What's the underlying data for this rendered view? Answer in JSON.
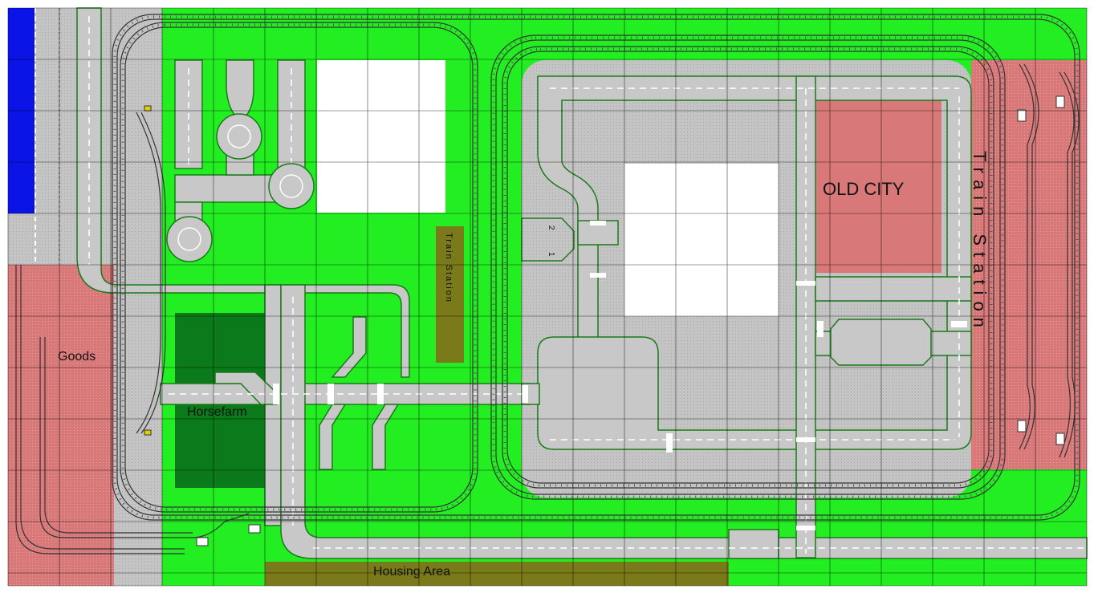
{
  "labels": {
    "goods": "Goods",
    "horsefarm": "Horsefarm",
    "train_station_small": "Train Station",
    "old_city": "OLD CITY",
    "train_station_large": "Train Station",
    "housing_area": "Housing Area",
    "sign_1": "1",
    "sign_2": "2"
  },
  "colors": {
    "grass": "#22ee22",
    "road": "#c8c8c8",
    "road_edge": "#1a7a1a",
    "pavement": "#bdbdbd",
    "water": "#0a14e6",
    "goods_zone": "#d87878",
    "city_zone": "#d87878",
    "horsefarm": "#0a7a1a",
    "station_small": "#7a7a1a",
    "housing": "#7a7a1a",
    "rail": "#333333",
    "grid": "#000000",
    "empty_plot": "#ffffff"
  }
}
